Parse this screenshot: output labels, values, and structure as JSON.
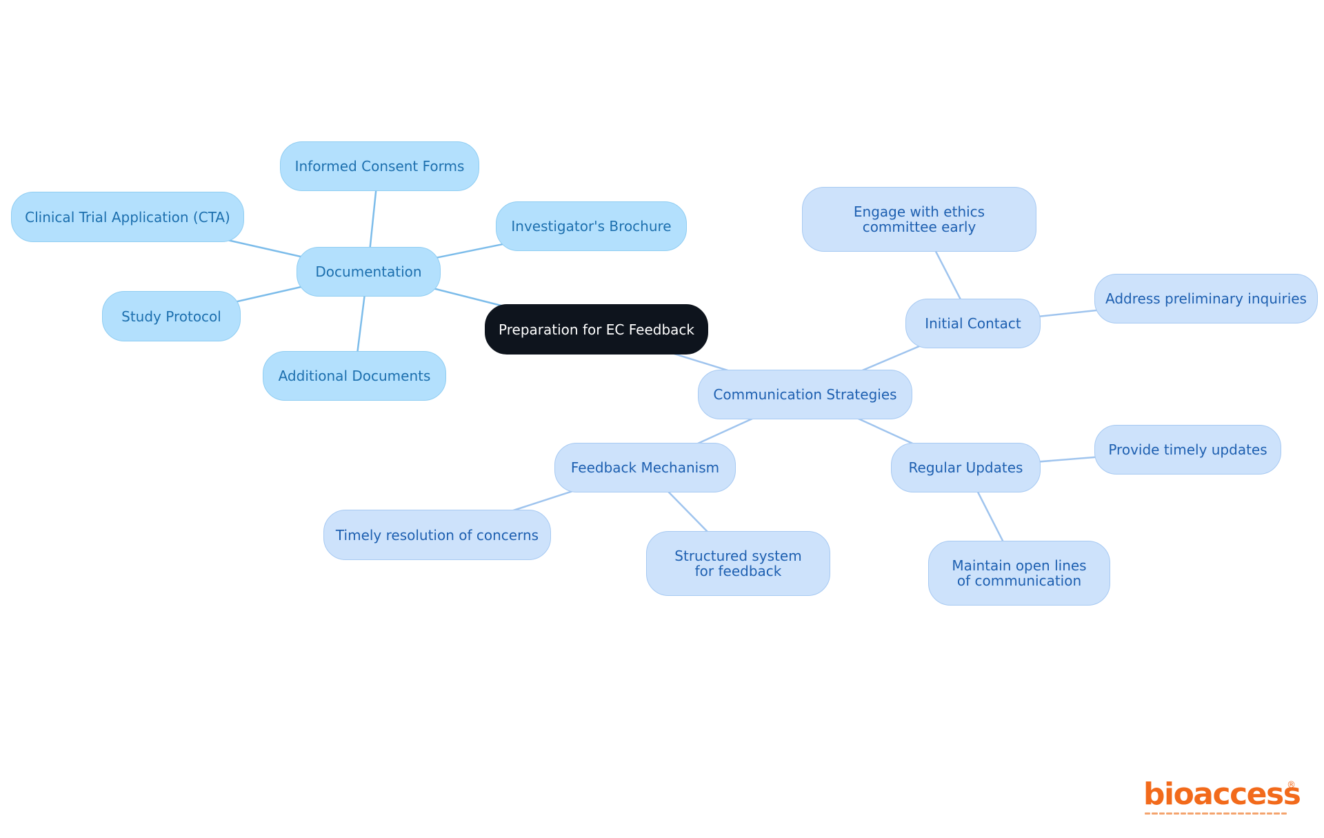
{
  "nodes": {
    "root": "Preparation for EC Feedback",
    "documentation": "Documentation",
    "informed_consent_forms": "Informed Consent Forms",
    "clinical_trial_application": "Clinical Trial Application (CTA)",
    "investigators_brochure": "Investigator's Brochure",
    "study_protocol": "Study Protocol",
    "additional_documents": "Additional Documents",
    "communication_strategies": "Communication Strategies",
    "initial_contact": "Initial Contact",
    "engage_ethics_committee": "Engage with ethics committee early",
    "address_preliminary_inquiries": "Address preliminary inquiries",
    "feedback_mechanism": "Feedback Mechanism",
    "timely_resolution": "Timely resolution of concerns",
    "structured_system": "Structured system for feedback",
    "regular_updates": "Regular Updates",
    "provide_timely_updates": "Provide timely updates",
    "maintain_open_lines": "Maintain open lines of communication"
  },
  "edges": [
    [
      "root",
      "documentation"
    ],
    [
      "root",
      "communication_strategies"
    ],
    [
      "documentation",
      "informed_consent_forms"
    ],
    [
      "documentation",
      "clinical_trial_application"
    ],
    [
      "documentation",
      "investigators_brochure"
    ],
    [
      "documentation",
      "study_protocol"
    ],
    [
      "documentation",
      "additional_documents"
    ],
    [
      "communication_strategies",
      "initial_contact"
    ],
    [
      "communication_strategies",
      "feedback_mechanism"
    ],
    [
      "communication_strategies",
      "regular_updates"
    ],
    [
      "initial_contact",
      "engage_ethics_committee"
    ],
    [
      "initial_contact",
      "address_preliminary_inquiries"
    ],
    [
      "feedback_mechanism",
      "timely_resolution"
    ],
    [
      "feedback_mechanism",
      "structured_system"
    ],
    [
      "regular_updates",
      "provide_timely_updates"
    ],
    [
      "regular_updates",
      "maintain_open_lines"
    ]
  ],
  "logo": {
    "name": "bioaccess",
    "registered_mark": "®",
    "color": "#f26a1b"
  },
  "colors": {
    "root_fill": "#0e141d",
    "documentation_fill": "#b3e0fd",
    "communication_fill": "#cde2fb",
    "documentation_text": "#1c6fae",
    "communication_text": "#1d5fb0"
  }
}
